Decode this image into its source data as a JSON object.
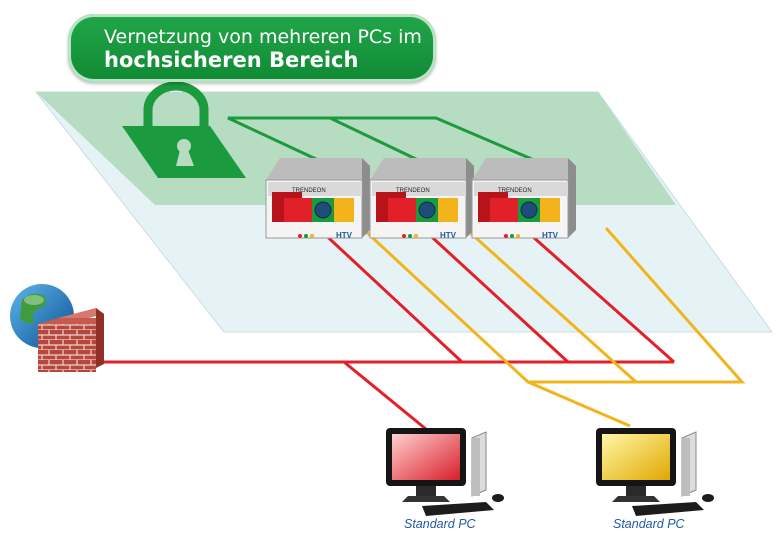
{
  "title": {
    "line1": "Vernetzung von mehreren PCs im",
    "line2": "hochsicheren Bereich"
  },
  "devices": [
    {
      "brand": "TRENDEON",
      "logo": "HTV"
    },
    {
      "brand": "TRENDEON",
      "logo": "HTV"
    },
    {
      "brand": "TRENDEON",
      "logo": "HTV"
    }
  ],
  "pcs": [
    {
      "label": "Standard PC"
    },
    {
      "label": "Standard PC"
    }
  ],
  "colors": {
    "secure_zone": "#b6dcc2",
    "open_zone": "#e6f3f6",
    "secure_line": "#1c9a3e",
    "red_line": "#e2202a",
    "yellow_line": "#f2b41a",
    "title_bg": "#129338"
  },
  "icons": [
    "padlock-icon",
    "globe-icon",
    "firewall-icon",
    "computer-icon"
  ]
}
